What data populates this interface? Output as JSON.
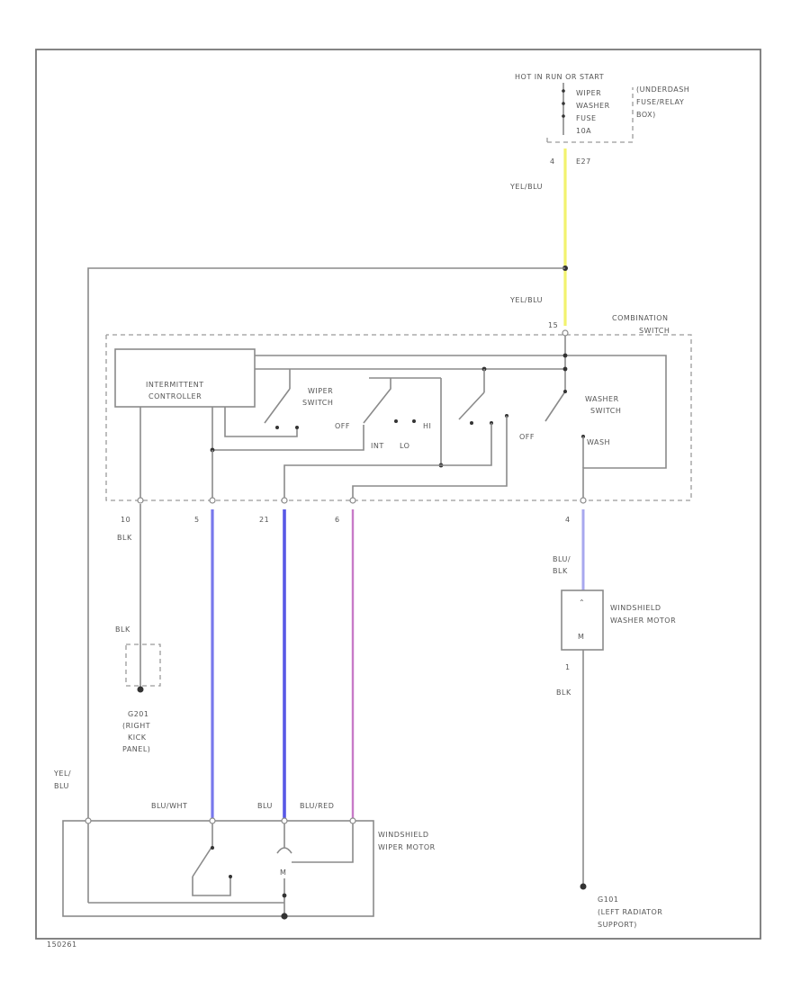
{
  "power": {
    "label": "HOT IN RUN OR START",
    "fuse_label": [
      "WIPER",
      "WASHER",
      "FUSE",
      "10A"
    ],
    "fuse_block_label": [
      "(UNDERDASH",
      "FUSE/RELAY",
      "BOX)"
    ],
    "pin_left": "4",
    "pin_right": "E27"
  },
  "wires": {
    "yel_blu_top": "YEL/BLU",
    "yel_blu_mid": "YEL/BLU",
    "yel_blu_left": [
      "YEL/",
      "BLU"
    ],
    "blk_left": "BLK",
    "blk_ground": "BLK",
    "blu_wht": "BLU/WHT",
    "blu": "BLU",
    "blu_red": "BLU/RED",
    "blu_blk": [
      "BLU/",
      "BLK"
    ],
    "blk_motor": "BLK"
  },
  "switch": {
    "name": [
      "COMBINATION",
      "SWITCH"
    ],
    "pin_top": "15",
    "controller": [
      "INTERMITTENT",
      "CONTROLLER"
    ],
    "wiper_switch": [
      "WIPER",
      "SWITCH"
    ],
    "washer_switch": [
      "WASHER",
      "SWITCH"
    ],
    "pos_off": "OFF",
    "pos_int": "INT",
    "pos_lo": "LO",
    "pos_hi": "HI",
    "pos_off_washer": "OFF",
    "pos_wash": "WASH"
  },
  "pins": {
    "p10": "10",
    "p5": "5",
    "p21": "21",
    "p6": "6",
    "p4": "4",
    "p1": "1"
  },
  "ground_left": [
    "G201",
    "(RIGHT",
    "KICK",
    "PANEL)"
  ],
  "ground_right": [
    "G101",
    "(LEFT RADIATOR",
    "SUPPORT)"
  ],
  "washer_motor": {
    "label": [
      "WINDSHIELD",
      "WASHER MOTOR"
    ],
    "symbol": "M"
  },
  "wiper_motor": {
    "label": [
      "WINDSHIELD",
      "WIPER MOTOR"
    ],
    "symbol": "M"
  },
  "colors": {
    "yellow": "#f2f26e",
    "blue": "#7878ec",
    "blue_dark": "#5858e6",
    "pink": "#c87ac8",
    "lilac": "#a8a8ee"
  },
  "footer_code": "150261"
}
